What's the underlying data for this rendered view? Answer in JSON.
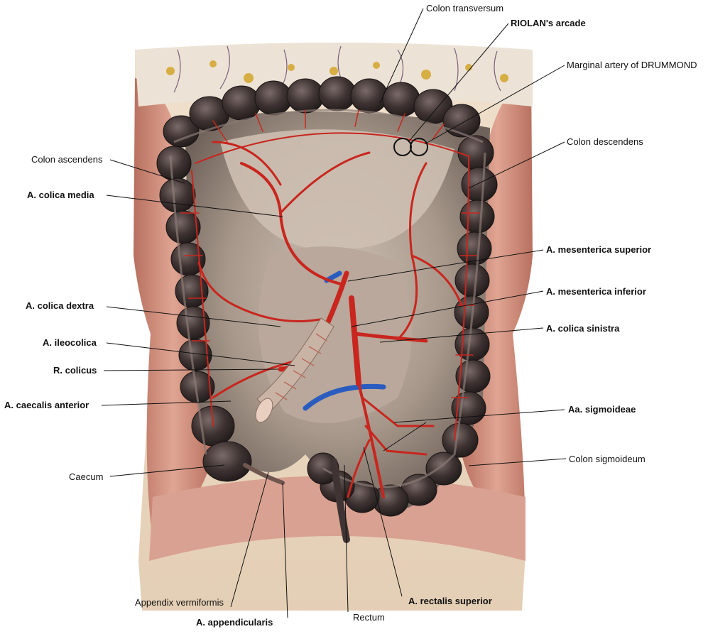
{
  "labels": {
    "colon_transversum": "Colon transversum",
    "riolan_arcade": "RIOLAN's arcade",
    "marginal_artery": "Marginal artery of DRUMMOND",
    "colon_ascendens": "Colon ascendens",
    "colon_descendens": "Colon descendens",
    "a_colica_media": "A. colica media",
    "a_mesenterica_superior": "A. mesenterica superior",
    "a_mesenterica_inferior": "A. mesenterica inferior",
    "a_colica_dextra": "A. colica dextra",
    "a_colica_sinistra": "A. colica sinistra",
    "a_ileocolica": "A. ileocolica",
    "r_colicus": "R. colicus",
    "a_caecalis_anterior": "A. caecalis anterior",
    "aa_sigmoideae": "Aa. sigmoideae",
    "colon_sigmoideum": "Colon sigmoideum",
    "caecum": "Caecum",
    "appendix_vermiformis": "Appendix vermiformis",
    "rectum": "Rectum",
    "a_rectalis_superior": "A. rectalis superior",
    "a_appendicularis": "A. appendicularis"
  },
  "colors": {
    "artery": "#c8261e",
    "vein": "#2a5cc0",
    "colon": "#3f3433",
    "muscle": "#c98270",
    "peritoneum": "#b5a396",
    "fat": "#d9b24a"
  }
}
